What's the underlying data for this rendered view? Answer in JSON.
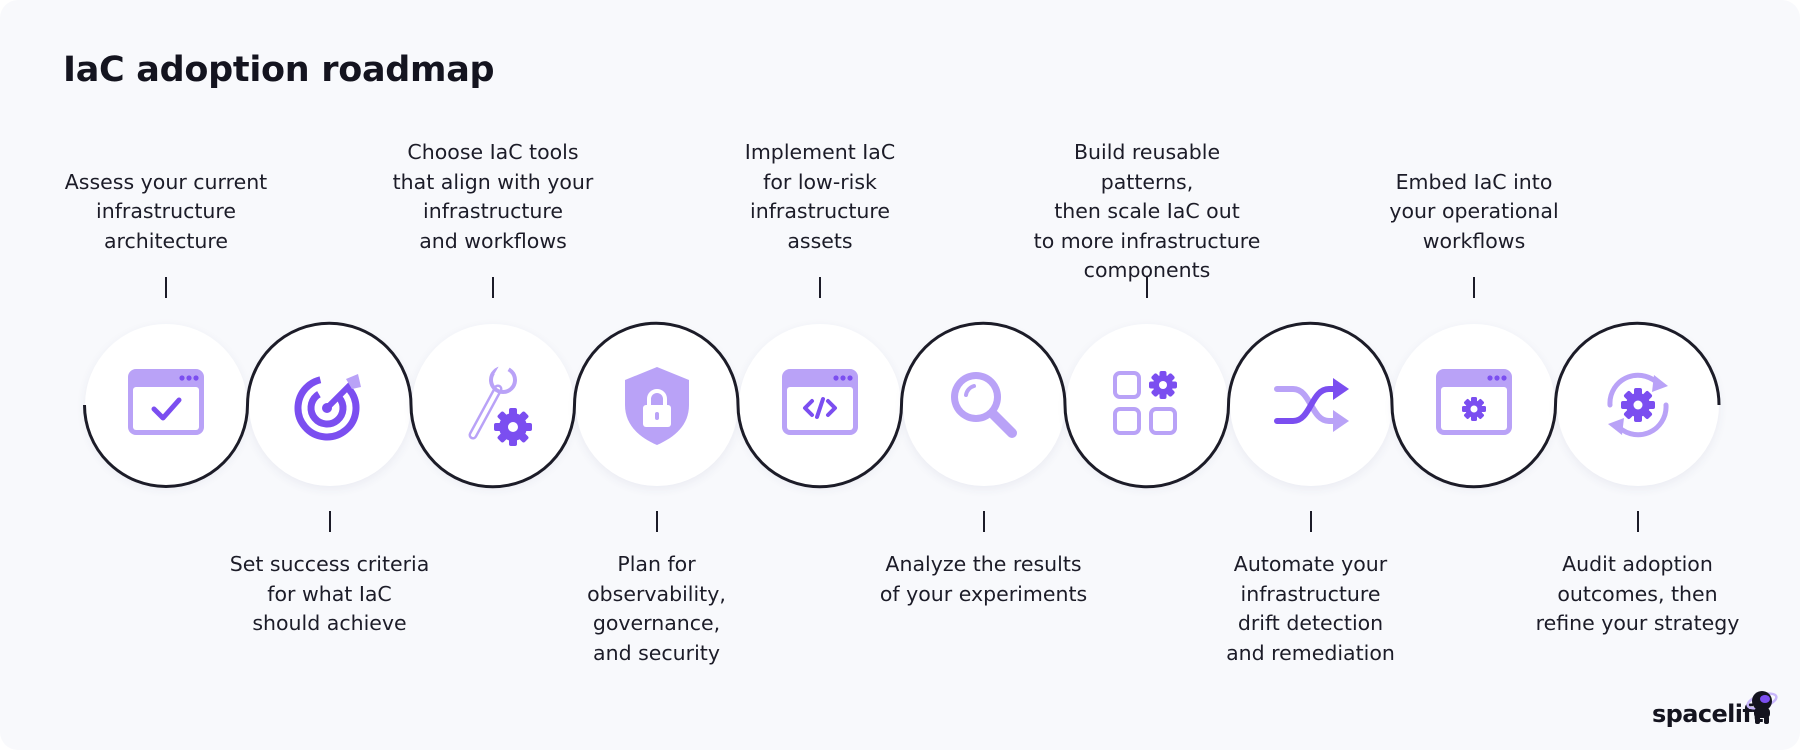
{
  "title": "IaC adoption roadmap",
  "steps": [
    {
      "label": "Assess your current\ninfrastructure\narchitecture",
      "position": "top",
      "icon": "browser-check-icon"
    },
    {
      "label": "Set success criteria\nfor what IaC\nshould achieve",
      "position": "bottom",
      "icon": "target-icon"
    },
    {
      "label": "Choose IaC tools\nthat align with your\ninfrastructure\nand workflows",
      "position": "top",
      "icon": "wrench-gear-icon"
    },
    {
      "label": "Plan for\nobservability,\ngovernance,\nand security",
      "position": "bottom",
      "icon": "shield-lock-icon"
    },
    {
      "label": "Implement IaC\nfor low-risk\ninfrastructure\nassets",
      "position": "top",
      "icon": "browser-code-icon"
    },
    {
      "label": "Analyze the results\nof your experiments",
      "position": "bottom",
      "icon": "magnifier-icon"
    },
    {
      "label": "Build reusable patterns,\nthen scale IaC out\nto more infrastructure\ncomponents",
      "position": "top",
      "icon": "apps-grid-gear-icon"
    },
    {
      "label": "Automate your\ninfrastructure\ndrift detection\nand remediation",
      "position": "bottom",
      "icon": "shuffle-icon"
    },
    {
      "label": "Embed IaC into\nyour operational\nworkflows",
      "position": "top",
      "icon": "browser-gear-icon"
    },
    {
      "label": "Audit adoption\noutcomes, then\nrefine your strategy",
      "position": "bottom",
      "icon": "refresh-gear-icon"
    }
  ],
  "brand": {
    "name": "spacelift",
    "logo_icon": "astronaut-logo-icon"
  },
  "colors": {
    "background": "#f8f9fc",
    "accent": "#7b4ef0",
    "accent_light": "#b9a2f7",
    "line": "#1c1c28",
    "text": "#1c1c28"
  }
}
